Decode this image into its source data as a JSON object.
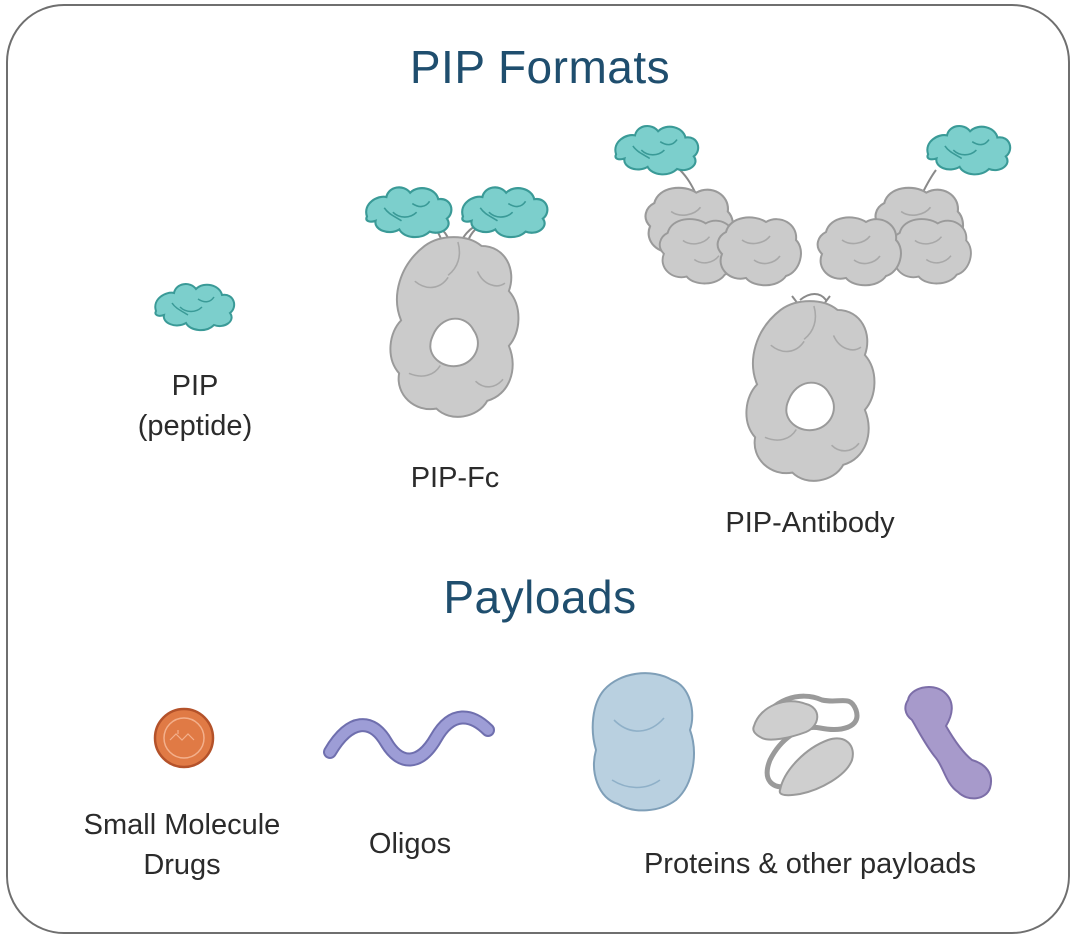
{
  "headings": {
    "formats": "PIP Formats",
    "payloads": "Payloads"
  },
  "formats": [
    {
      "id": "pip",
      "line1": "PIP",
      "line2": "(peptide)"
    },
    {
      "id": "pip_fc",
      "line1": "PIP-Fc"
    },
    {
      "id": "pip_antibody",
      "line1": "PIP-Antibody"
    }
  ],
  "payloads": [
    {
      "id": "small_molecule",
      "line1": "Small Molecule",
      "line2": "Drugs"
    },
    {
      "id": "oligos",
      "line1": "Oligos"
    },
    {
      "id": "proteins",
      "line1": "Proteins & other payloads"
    }
  ],
  "colors": {
    "heading": "#1f4e6e",
    "peptide": "#7ccfcc",
    "peptide_edge": "#3a9a97",
    "antibody": "#c9c9c9",
    "antibody_edge": "#8f8f8f",
    "drug": "#e07a45",
    "oligo": "#8f8fce",
    "protein_blue": "#b9d0e0",
    "protein_purple": "#a79acb"
  }
}
